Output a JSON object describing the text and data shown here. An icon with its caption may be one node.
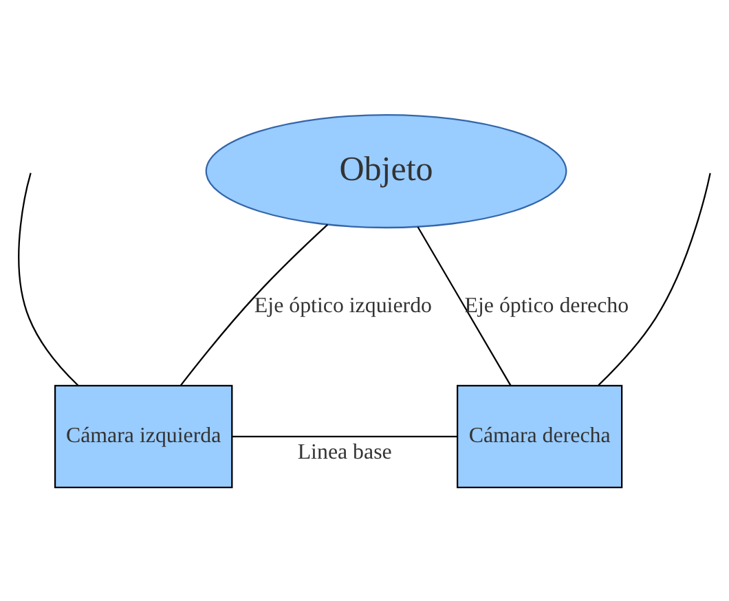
{
  "diagram": {
    "nodes": [
      {
        "text": [
          "Objeto"
        ]
      },
      {
        "text": [
          "Cámara izquierda"
        ]
      },
      {
        "text": [
          "Cámara derecha"
        ]
      }
    ],
    "edges": [
      {
        "from": 1,
        "to": 0,
        "label": "Eje óptico izquierdo",
        "arrow": "none"
      },
      {
        "from": 2,
        "to": 0,
        "label": "Eje óptico derecho",
        "arrow": "none"
      },
      {
        "from": 1,
        "to": 2,
        "label": "Linea base",
        "arrow": "none"
      },
      {
        "from": 1,
        "to": null,
        "arrow": "none"
      },
      {
        "from": 2,
        "to": null,
        "arrow": "none"
      }
    ]
  }
}
